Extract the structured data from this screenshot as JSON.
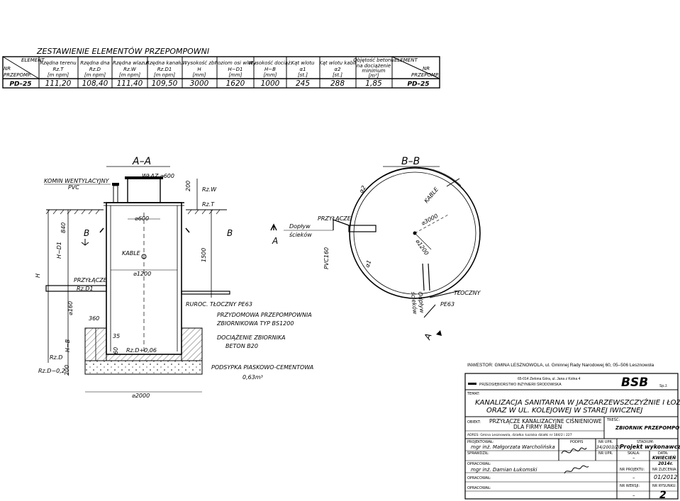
{
  "table": {
    "title": "ZESTAWIENIE ELEMENTÓW PRZEPOMPOWNI",
    "headers": [
      [
        "ELEMENT",
        "",
        "NR",
        "PRZEPOMP."
      ],
      [
        "Rzędna terenu",
        "Rz.T",
        "[m npm]"
      ],
      [
        "Rzędna dna",
        "Rz.D",
        "[m npm]"
      ],
      [
        "Rzędna wlazu",
        "Rz.W",
        "[m npm]"
      ],
      [
        "Rzędna kanału",
        "Rz.D1",
        "[m npm]"
      ],
      [
        "Wysokość zb.",
        "H",
        "[mm]"
      ],
      [
        "Poziom osi wlotu",
        "H−D1",
        "[mm]"
      ],
      [
        "Wysokość dociąż.",
        "H−B",
        "[mm]"
      ],
      [
        "Kąt wlotu",
        "α1",
        "[st.]"
      ],
      [
        "Kąt wlotu kabli",
        "α2",
        "[st.]"
      ],
      [
        "Objętość betonu",
        "na dociążenie",
        "minimum",
        "[m³]"
      ],
      [
        "ELEMENT",
        "NR",
        "PRZEPOMP."
      ]
    ],
    "row": [
      "PD–25",
      "111,20",
      "108,40",
      "111,40",
      "109,50",
      "3000",
      "1620",
      "1000",
      "245",
      "288",
      "1,85",
      "PD–25"
    ]
  },
  "section": {
    "title": "A–A",
    "komin": "KOMIN WENTYLACYJNY",
    "kominSub": "PVC",
    "wlaz": "WŁAZ ⌀600",
    "d200top": "200",
    "rzw": "Rz.W",
    "rzt": "Rz.T",
    "d840": "840",
    "hd1": "H−D1",
    "h": "H",
    "b1": "B",
    "b2": "B",
    "phi600": "⌀600",
    "kable": "KABLE",
    "d1500": "1500",
    "phi1200": "⌀1200",
    "przylacze": "PRZYŁĄCZE",
    "rzd1": "Rz.D1",
    "phi160": "⌀160",
    "d360": "360",
    "ruroc": "RUROC. TŁOCZNY PE63",
    "pompownia1": "PRZYDOMOWA PRZEPOMPOWNIA",
    "pompownia2": "ZBIORNIKOWA TYP BS1200",
    "hb": "H−B",
    "d35": "35",
    "d60": "60",
    "rzd006": "Rz.D+0,06",
    "doc1": "DOCIĄŻENIE ZBIORNIKA",
    "doc2": "BETON B20",
    "rzd": "Rz.D",
    "rzd02": "Rz.D−0,2",
    "d200bot": "200",
    "podsypka1": "PODSYPKA PIASKOWO-CEMENTOWA",
    "podsypka2": "0,63m³",
    "phi2000": "⌀2000",
    "arrowA": "A",
    "doplyw1": "Dopływ",
    "doplyw2": "ścieków",
    "pvc160": "PVC160"
  },
  "plan": {
    "title": "B–B",
    "przylacze": "PRZYŁĄCZE",
    "a2": "α2",
    "kable": "KABLE",
    "phi3000": "⌀3000",
    "phi1200": "⌀1200",
    "a1": "α1",
    "odplyw1": "Odpływ",
    "odplyw2": "ścieków",
    "tloczny": "TŁOCZNY",
    "pe63": "PE63",
    "arrowA": "A"
  },
  "titleblock": {
    "inwestor": "INWESTOR: GMINA LESZNOWOLA, ul. Gminnej Rady Narodowej 60, 05–506 Lesznowola",
    "company1": "65-014 Zielona Góra, ul. Jana z Kolna 4",
    "company2": "PRZEDSIĘBIORSTWO INŻYNIERII ŚRODOWISKA",
    "logo": "BSB",
    "logoSuffix": "Sp.J.",
    "temat_label": "TEMAT:",
    "temat1": "KANALIZACJA SANITARNA W JAZGARZEWSZCZYŹNIE I ŁOZISKACH",
    "temat2": "ORAZ W UL. KOLEJOWEJ W STAREJ IWICZNEJ",
    "obiekt_label": "OBIEKT:",
    "obiekt1": "PRZYŁĄCZE KANALIZACYJNE CIŚNIENIOWE",
    "obiekt2": "DLA FIRMY RABEN",
    "adres": "ADRES: Gmina Lesznowola, działka: Łoziska działki nr 184/2 i 227",
    "tresc_label": "TREŚĆ:",
    "tresc": "ZBIORNIK PRZEPOMPOWNI",
    "projektowal": "PROJEKTOWAŁ:",
    "projektant": "mgr inż. Małgorzata Warcholińska",
    "podpis": "PODPIS",
    "nr_upr": "NR UPR.",
    "nr_upr_val": "34/2003/ZG",
    "stadium": "STADIUM:",
    "stadium_val": "Projekt wykonawczy",
    "sprawdzil": "SPRAWDZIŁ:",
    "nr_upr2": "NR UPR.",
    "skala": "SKALA:",
    "skala_val": "–",
    "data": "DATA:",
    "data_val1": "KWIECIEŃ",
    "data_val2": "2014r.",
    "opracowal1": "OPRACOWAŁ:",
    "opracowal_name": "mgr inż. Damian Łukomski",
    "nr_projektu": "NR PROJEKTU:",
    "nr_projektu_val": "–",
    "nr_zlecenia": "NR ZLECENIA:",
    "nr_zlecenia_val": "01/2012",
    "opracowal2": "OPRACOWAŁ:",
    "opracowal3": "OPRACOWAŁ:",
    "nr_wersji": "NR WERSJI:",
    "nr_wersji_val": "–",
    "nr_rysunku": "NR RYSUNKU:",
    "nr_rysunku_val": "2"
  }
}
